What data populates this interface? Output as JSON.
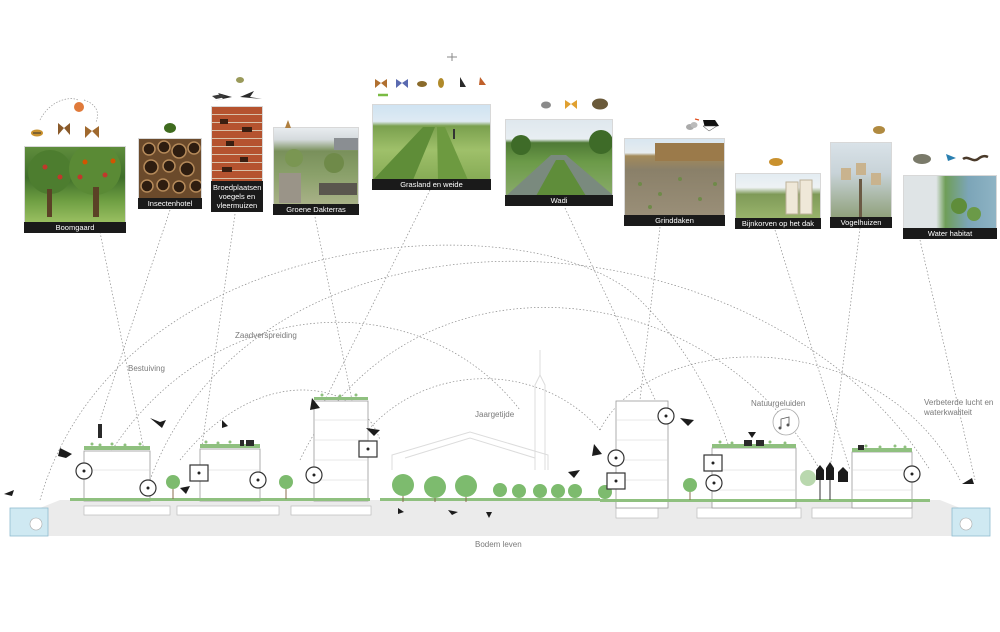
{
  "habitats": [
    {
      "id": "boomgaard",
      "label": "Boomgaard"
    },
    {
      "id": "insectenhotel",
      "label": "Insectenhotel"
    },
    {
      "id": "broedplaatsen",
      "label": "Broedplaatsen voegels en vleermuizen"
    },
    {
      "id": "groene-dakterras",
      "label": "Groene Dakterras"
    },
    {
      "id": "grasland",
      "label": "Grasland en weide"
    },
    {
      "id": "wadi",
      "label": "Wadi"
    },
    {
      "id": "grinddaken",
      "label": "Grinddaken"
    },
    {
      "id": "bijenkorven",
      "label": "Bijnkorven op het dak"
    },
    {
      "id": "vogelhuizen",
      "label": "Vogelhuizen"
    },
    {
      "id": "water-habitat",
      "label": "Water habitat"
    }
  ],
  "section_labels": {
    "bestuiving": "Bestuiving",
    "zaadverspreiding": "Zaadverspreiding",
    "jaargetijde": "Jaargetijde",
    "natuurgeluiden": "Natuurgeluiden",
    "verbeterde": "Verbeterde lucht en waterkwaliteit",
    "bodem": "Bodem leven"
  },
  "colors": {
    "caption_bg": "#1a1a1a",
    "tree_green": "#7dbb6e",
    "roof_green": "#8fc07f",
    "water_blue": "#cfe9f2",
    "ground": "#e8e8e8",
    "line": "#7a7a7a"
  }
}
